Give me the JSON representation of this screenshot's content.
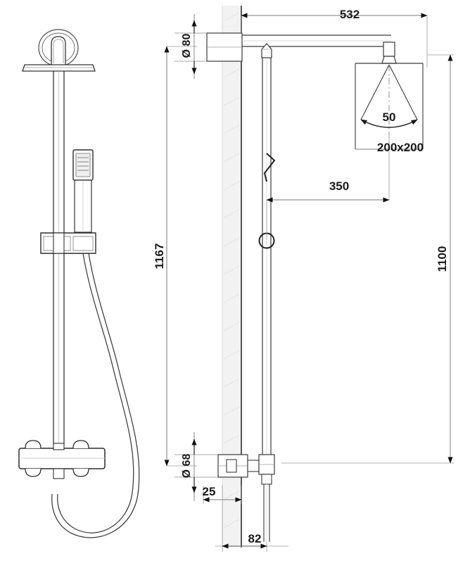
{
  "drawing": {
    "title": "Thermostatic shower column technical drawing",
    "units": "mm",
    "views": [
      {
        "name": "front-elevation-render",
        "description": "Shower column front view with handshower, slide bar and thermostatic mixer"
      },
      {
        "name": "side-schematic",
        "description": "Dimensioned side schematic against wall section"
      }
    ],
    "line_color": "#333333",
    "wall_fill": "#f0f0f0",
    "text_color": "#1a1a1a"
  },
  "dimensions": {
    "top_arm_length": "532",
    "head_diameter_label": "50",
    "head_size_label": "200x200",
    "outlet_projection": "350",
    "riser_height": "1167",
    "head_height": "1100",
    "top_flange_diameter": "Ø 80",
    "bottom_flange_diameter": "Ø 68",
    "wall_offset": "25",
    "base_projection": "82"
  },
  "labels": [
    {
      "name": "dim-532",
      "value": "532"
    },
    {
      "name": "dim-50",
      "value": "50"
    },
    {
      "name": "dim-200x200",
      "value": "200x200"
    },
    {
      "name": "dim-350",
      "value": "350"
    },
    {
      "name": "dim-1167",
      "value": "1167"
    },
    {
      "name": "dim-1100",
      "value": "1100"
    },
    {
      "name": "dim-diameter-80",
      "value": "Ø 80"
    },
    {
      "name": "dim-diameter-68",
      "value": "Ø 68"
    },
    {
      "name": "dim-25",
      "value": "25"
    },
    {
      "name": "dim-82",
      "value": "82"
    }
  ]
}
